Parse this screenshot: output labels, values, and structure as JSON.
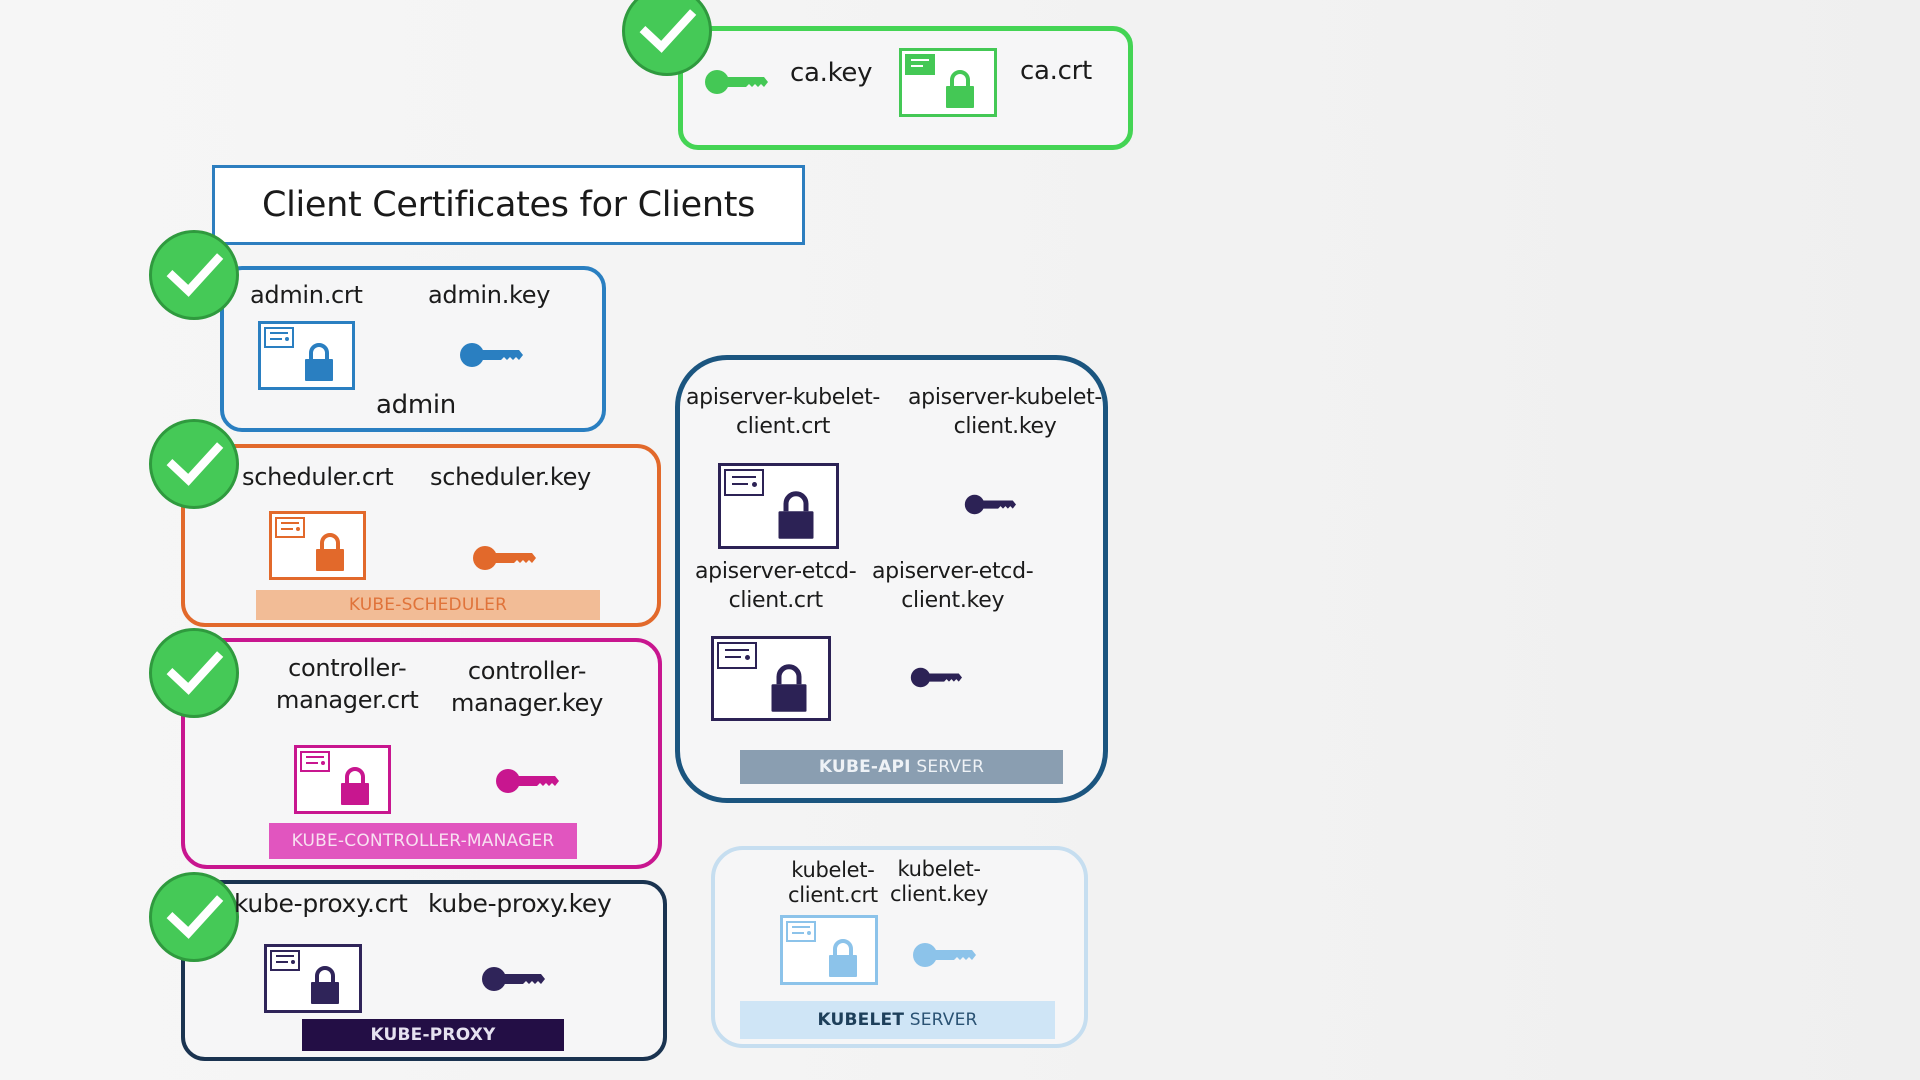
{
  "title": "Client Certificates for Clients",
  "colors": {
    "background": "#f3f3f3",
    "check_green": "#45c957",
    "ca": "#44d454",
    "admin": "#2a7fc1",
    "scheduler": "#e2692b",
    "scheduler_tag_bg": "#f2bc96",
    "controller": "#c8168f",
    "controller_tag_bg": "#e155bf",
    "proxy": "#1a3350",
    "proxy_icon": "#2f2459",
    "proxy_tag_bg": "#230e45",
    "apiserver": "#1b557f",
    "apiserver_icon": "#2c2255",
    "apiserver_tag_bg": "#8a9eb1",
    "kubelet": "#c6def0",
    "kubelet_icon": "#8cc3ea",
    "kubelet_tag_bg": "#cfe5f6"
  },
  "ca": {
    "key_label": "ca.key",
    "crt_label": "ca.crt",
    "verified": true
  },
  "clients": [
    {
      "name": "admin",
      "crt_label": "admin.crt",
      "key_label": "admin.key",
      "caption": "admin",
      "verified": true
    },
    {
      "name": "kube-scheduler",
      "crt_label": "scheduler.crt",
      "key_label": "scheduler.key",
      "tag": "KUBE-SCHEDULER",
      "verified": true
    },
    {
      "name": "kube-controller-manager",
      "crt_label": "controller-\nmanager.crt",
      "key_label": "controller-\nmanager.key",
      "tag": "KUBE-CONTROLLER-MANAGER",
      "verified": true
    },
    {
      "name": "kube-proxy",
      "crt_label": "kube-proxy.crt",
      "key_label": "kube-proxy.key",
      "tag": "KUBE-PROXY",
      "verified": true
    }
  ],
  "apiserver": {
    "kubelet_client_crt": "apiserver-kubelet-\nclient.crt",
    "kubelet_client_key": "apiserver-kubelet-\nclient.key",
    "etcd_client_crt": "apiserver-etcd-\nclient.crt",
    "etcd_client_key": "apiserver-etcd-\nclient.key",
    "tag_bold": "KUBE-API",
    "tag_rest": " SERVER"
  },
  "kubelet": {
    "crt_label": "kubelet-\nclient.crt",
    "key_label": "kubelet-\nclient.key",
    "tag_bold": "KUBELET",
    "tag_rest": " SERVER"
  }
}
